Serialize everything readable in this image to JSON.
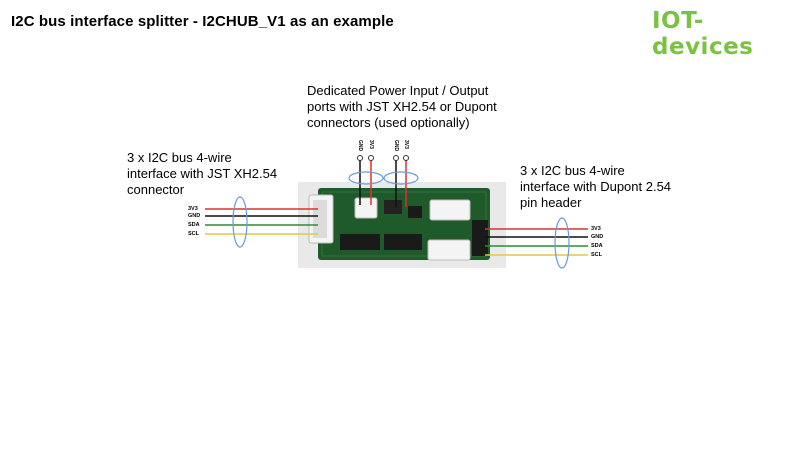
{
  "title": "I2C bus interface splitter - I2CHUB_V1 as an example",
  "logo": "IOT-devices",
  "notes": {
    "power": [
      "Dedicated Power Input / Output",
      "ports with JST XH2.54 or Dupont",
      "connectors (used optionally)"
    ],
    "left": [
      "3 x I2C bus 4-wire",
      "interface with JST XH2.54",
      "connector"
    ],
    "right": [
      "3 x I2C bus 4-wire",
      "interface with Dupont 2.54",
      "pin header"
    ]
  },
  "wires": {
    "left": [
      "3V3",
      "GND",
      "SDA",
      "SCL"
    ],
    "right": [
      "3V3",
      "GND",
      "SDA",
      "SCL"
    ],
    "power_pins": [
      "GND",
      "3V3",
      "GND",
      "3V3"
    ]
  },
  "colors": {
    "logo": "#7cc242",
    "wire_3v3": "#e03030",
    "wire_gnd": "#111111",
    "wire_sda": "#2e8b3a",
    "wire_scl": "#e8c44a",
    "ellipse": "#6a9bd8",
    "pcb": "#1f5a2a"
  }
}
